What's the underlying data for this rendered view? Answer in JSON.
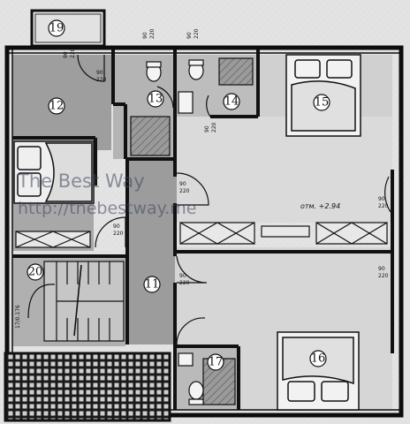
{
  "rooms": [
    {
      "id": "19",
      "label": "19"
    },
    {
      "id": "12",
      "label": "12"
    },
    {
      "id": "13",
      "label": "13"
    },
    {
      "id": "14",
      "label": "14"
    },
    {
      "id": "15",
      "label": "15"
    },
    {
      "id": "11",
      "label": "11"
    },
    {
      "id": "20",
      "label": "20"
    },
    {
      "id": "17",
      "label": "17"
    },
    {
      "id": "16",
      "label": "16"
    }
  ],
  "elevation": "отм. +2.94",
  "watermark": {
    "line1": "The Best Way",
    "line2": "http://thebestway.me"
  },
  "dims": {
    "d1": "90",
    "d1b": "220",
    "d2": "90",
    "d2b": "220",
    "d3": "90",
    "d3b": "220",
    "d4": "90",
    "d4b": "220",
    "d5": "90",
    "d5b": "220",
    "d6": "90",
    "d6b": "220",
    "d7": "90",
    "d7b": "220",
    "d8": "90",
    "d8b": "220",
    "w1": "90",
    "w1b": "220",
    "w2": "90",
    "w2b": "220",
    "stair": "17/0.176"
  }
}
